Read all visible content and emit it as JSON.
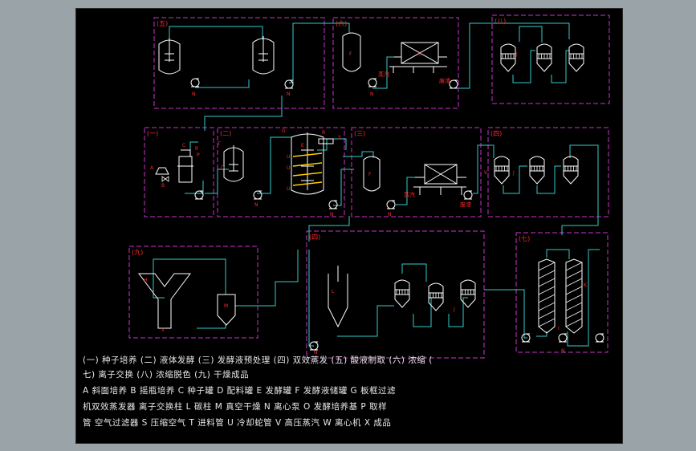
{
  "sections": {
    "s1": "(一)",
    "s2": "(二)",
    "s3": "(三)",
    "s4a": "(四)",
    "s4b": "(四)",
    "s5": "(五)",
    "s6": "(六)",
    "s7": "(七)",
    "s8": "(八)",
    "s9": "(九)"
  },
  "labels": {
    "A": "A",
    "B": "B",
    "C": "C",
    "D": "D",
    "E": "E",
    "F": "F",
    "G": "G",
    "H": "H",
    "I": "I",
    "J": "J",
    "K": "K",
    "L": "L",
    "M": "M",
    "N": "N",
    "P": "P",
    "R": "R",
    "S": "S",
    "T": "T",
    "U": "U",
    "V": "V",
    "W": "W",
    "X": "X",
    "steam": "蒸汽",
    "waste": "废渣",
    "tank_inner": "E"
  },
  "legend": {
    "line1": "(一) 种子培养   (二) 液体发酵   (三) 发酵液预处理   (四) 双效蒸发   (五) 酸液制取   (六) 浓缩   (",
    "line2": "七) 离子交换   (八) 浓缩脱色   (九) 干燥成品",
    "line3": "A  斜面培养   B  摇瓶培养   C  种子罐   D  配料罐   E  发酵罐   F  发酵液储罐   G  板框过滤",
    "line4": "机双效蒸发器   离子交换柱   L  碳柱   M  真空干燥   N  离心泵   O  发酵培养基   P  取样",
    "line5": "管 空气过滤器   S  压缩空气   T  进料管   U  冷却蛇管   V  高压蒸汽   W  离心机   X  成品"
  },
  "colors": {
    "background": "#000000",
    "frame_outer": "#9aa3a8",
    "section_border": "#cc33cc",
    "pipe": "#33cccc",
    "equipment": "#ffffff",
    "label_red": "#ff2a2a",
    "highlight": "#ffcc00"
  }
}
